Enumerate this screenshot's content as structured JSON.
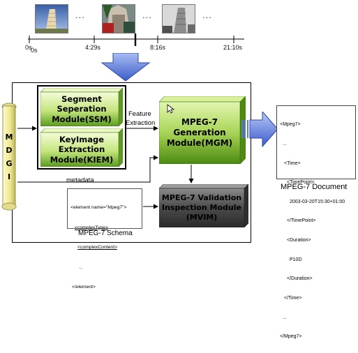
{
  "timeline": {
    "ticks": [
      "0s",
      "0s",
      "4:29s",
      "8:16s",
      "21:10s"
    ],
    "ellipsis": "..."
  },
  "mdgi": {
    "letters": [
      "M",
      "D",
      "G",
      "I"
    ]
  },
  "modules": {
    "ssm": {
      "line1": "Segment",
      "line2": "Seperation",
      "line3": "Module(SSM)"
    },
    "kiem": {
      "line1": "KeyImage",
      "line2": "Extraction",
      "line3": "Module(KIEM)"
    },
    "mgm": {
      "line1": "MPEG-7",
      "line2": "Generation",
      "line3": "Module(MGM)"
    },
    "mvim": {
      "line1": "MPEG-7 Validation",
      "line2": "Inspection Module",
      "line3": "(MVIM)"
    }
  },
  "labels": {
    "feature": "Feature",
    "extraction": "Extraction",
    "metadata": "metadata",
    "schema_caption": "MPEG-7 Schema",
    "document_caption": "MPEG-7 Document"
  },
  "schema_lines": [
    "<element name=\"Mpeg7\">",
    "<complexType>",
    "<complexContent>",
    "...",
    "</element>"
  ],
  "document_lines": [
    "<Mpeg7>",
    "...",
    "<Time>",
    "<TimePoint>",
    "2003-03-20T15:30+01:00",
    "</TimePoint>",
    "<Duration>",
    "P10D",
    "</Duration>",
    "</Time>",
    "...",
    "</Mpeg7>"
  ],
  "colors": {
    "green_light": "#d7f0a0",
    "green_dark": "#4d8a12",
    "gray_dark": "#3a3a3a",
    "arrow_blue": "#6a86d8",
    "scroll_yellow": "#f3f0a6"
  }
}
